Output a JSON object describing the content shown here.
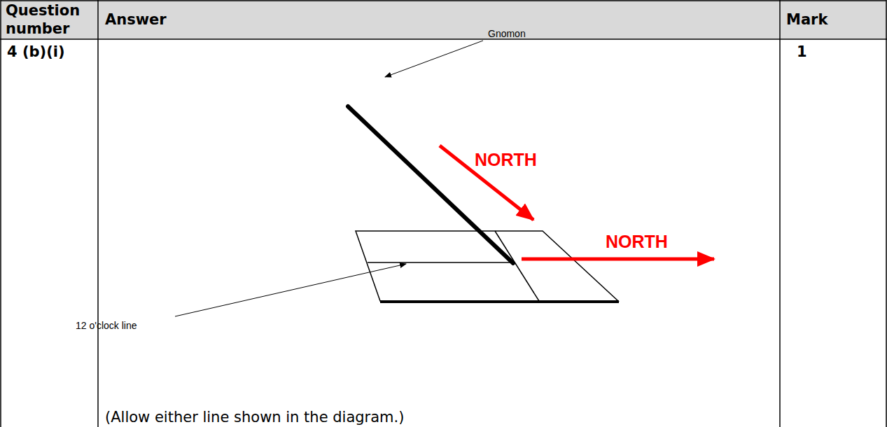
{
  "diagram": {
    "labels": [
      "Question number",
      "Answer",
      "Mark",
      "4 (b)(i)",
      "Gnomon",
      "NORTH",
      "NORTH",
      "12 o'clock line",
      "(Allow either line shown in the diagram.)",
      "1"
    ]
  }
}
